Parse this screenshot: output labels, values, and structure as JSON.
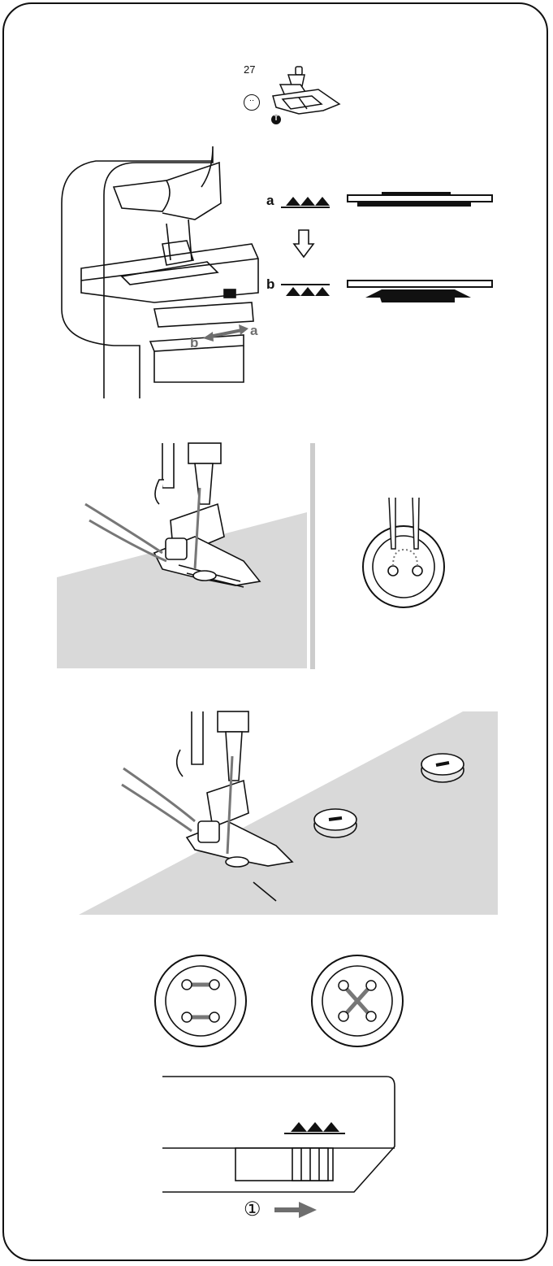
{
  "stitch": {
    "number": "27",
    "symbol": "⋅⋅",
    "foot_letter": "T"
  },
  "feed_dog": {
    "label_a": "a",
    "label_b": "b",
    "lever_label_b": "b",
    "lever_label_a": "a"
  },
  "lever_step": {
    "number": "①"
  },
  "colors": {
    "line": "#111111",
    "fabric": "#d9d9d9",
    "thread": "#777777",
    "arrow": "#6e6e6e"
  }
}
